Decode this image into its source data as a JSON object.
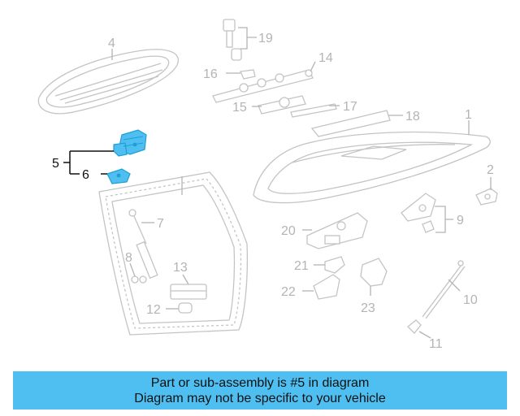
{
  "diagram": {
    "callouts": [
      "1",
      "2",
      "4",
      "5",
      "6",
      "7",
      "8",
      "9",
      "10",
      "11",
      "12",
      "13",
      "14",
      "15",
      "16",
      "17",
      "18",
      "19",
      "20",
      "21",
      "22",
      "23"
    ],
    "highlight_color": "#4fbff2",
    "part_color": "#1d9fd4"
  },
  "banner": {
    "line1": "Part or sub-assembly is #5 in diagram",
    "line2": "Diagram may not be specific to your vehicle",
    "background": "#4fbff2"
  }
}
